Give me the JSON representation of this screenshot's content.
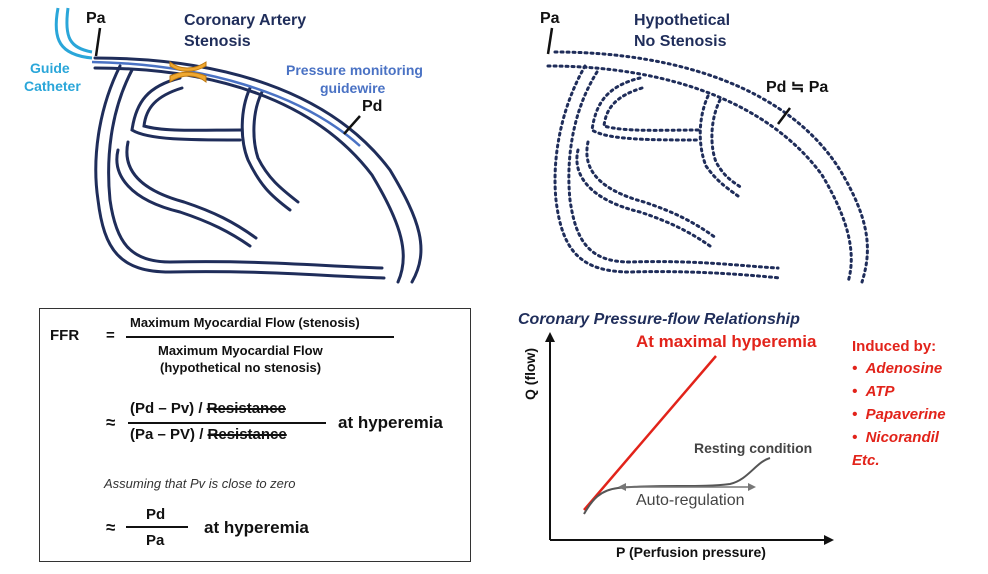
{
  "left_diagram": {
    "pa": "Pa",
    "title_line1": "Coronary Artery",
    "title_line2": "Stenosis",
    "guide_line1": "Guide",
    "guide_line2": "Catheter",
    "wire_line1": "Pressure monitoring",
    "wire_line2": "guidewire",
    "pd": "Pd"
  },
  "right_diagram": {
    "pa": "Pa",
    "title_line1": "Hypothetical",
    "title_line2": "No Stenosis",
    "pd_pa": "Pd ≒ Pa"
  },
  "formula": {
    "ffr": "FFR",
    "eq": "=",
    "num1": "Maximum Myocardial Flow (stenosis)",
    "den1_line1": "Maximum Myocardial Flow",
    "den1_line2": "(hypothetical no stenosis)",
    "approx1": "≈",
    "num2_a": "(Pd – Pv) / ",
    "num2_b": "Resistance",
    "den2_a": "(Pa – PV) / ",
    "den2_b": "Resistance",
    "at_hyperemia1": "at hyperemia",
    "assumption": "Assuming that Pv is close to zero",
    "approx2": "≈",
    "num3": "Pd",
    "den3": "Pa",
    "at_hyperemia2": "at hyperemia"
  },
  "graph": {
    "title": "Coronary Pressure-flow Relationship",
    "ylabel": "Q (flow)",
    "xlabel": "P (Perfusion pressure)",
    "hyperemia_label": "At maximal hyperemia",
    "resting_label": "Resting condition",
    "autoreg_label": "Auto-regulation",
    "colors": {
      "hyperemia": "#e2231a",
      "resting": "#555555"
    }
  },
  "induced": {
    "heading": "Induced by:",
    "items": [
      "Adenosine",
      "ATP",
      "Papaverine",
      "Nicorandil"
    ],
    "etc": "Etc."
  }
}
